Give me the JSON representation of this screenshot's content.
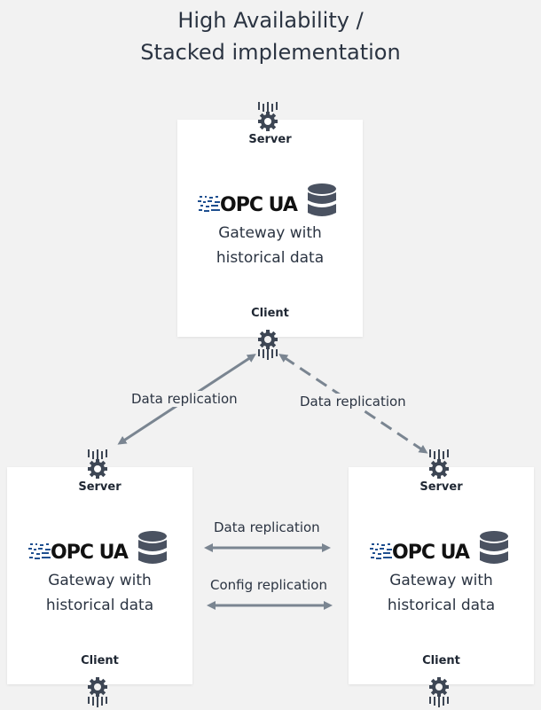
{
  "title": {
    "line1": "High Availability /",
    "line2": "Stacked implementation"
  },
  "nodes": {
    "top": {
      "server_label": "Server",
      "client_label": "Client",
      "logo_text": "OPC UA",
      "gateway_line1": "Gateway with",
      "gateway_line2": "historical data"
    },
    "left": {
      "server_label": "Server",
      "client_label": "Client",
      "logo_text": "OPC UA",
      "gateway_line1": "Gateway with",
      "gateway_line2": "historical data"
    },
    "right": {
      "server_label": "Server",
      "client_label": "Client",
      "logo_text": "OPC UA",
      "gateway_line1": "Gateway with",
      "gateway_line2": "historical data"
    }
  },
  "edges": {
    "top_left": {
      "label": "Data replication",
      "style": "solid"
    },
    "top_right": {
      "label": "Data replication",
      "style": "dashed"
    },
    "lr_data": {
      "label": "Data replication",
      "style": "solid"
    },
    "lr_config": {
      "label": "Config replication",
      "style": "solid"
    }
  },
  "colors": {
    "background": "#f2f2f2",
    "box": "#ffffff",
    "arrow": "#7a8591",
    "icon": "#3d4654",
    "database": "#4a5261"
  },
  "icons": {
    "connector": "gear-network-icon",
    "database": "database-icon"
  }
}
